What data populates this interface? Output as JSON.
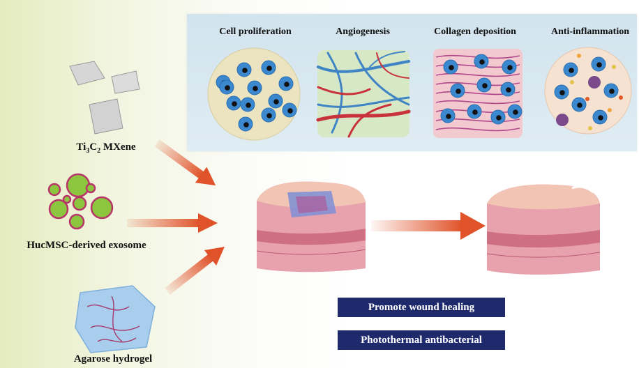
{
  "materials": [
    {
      "label_main": "Ti",
      "sub1": "3",
      "mid": "C",
      "sub2": "2",
      "rest": " MXene"
    },
    {
      "label": "HucMSC-derived exosome"
    },
    {
      "label": "Agarose hydrogel"
    }
  ],
  "effects": [
    "Cell proliferation",
    "Angiogenesis",
    "Collagen deposition",
    "Anti-inflammation"
  ],
  "outcomes": [
    "Promote wound healing",
    "Photothermal antibacterial"
  ],
  "colors": {
    "arrow": "#e0532a",
    "badge": "#1f2a6c",
    "cell": "#3b88cf",
    "nucleus": "#111111",
    "vessel_red": "#c8323a",
    "vessel_blue": "#3f84c4",
    "exosome": "#8cc63f",
    "exosome_ring": "#b8356a"
  }
}
